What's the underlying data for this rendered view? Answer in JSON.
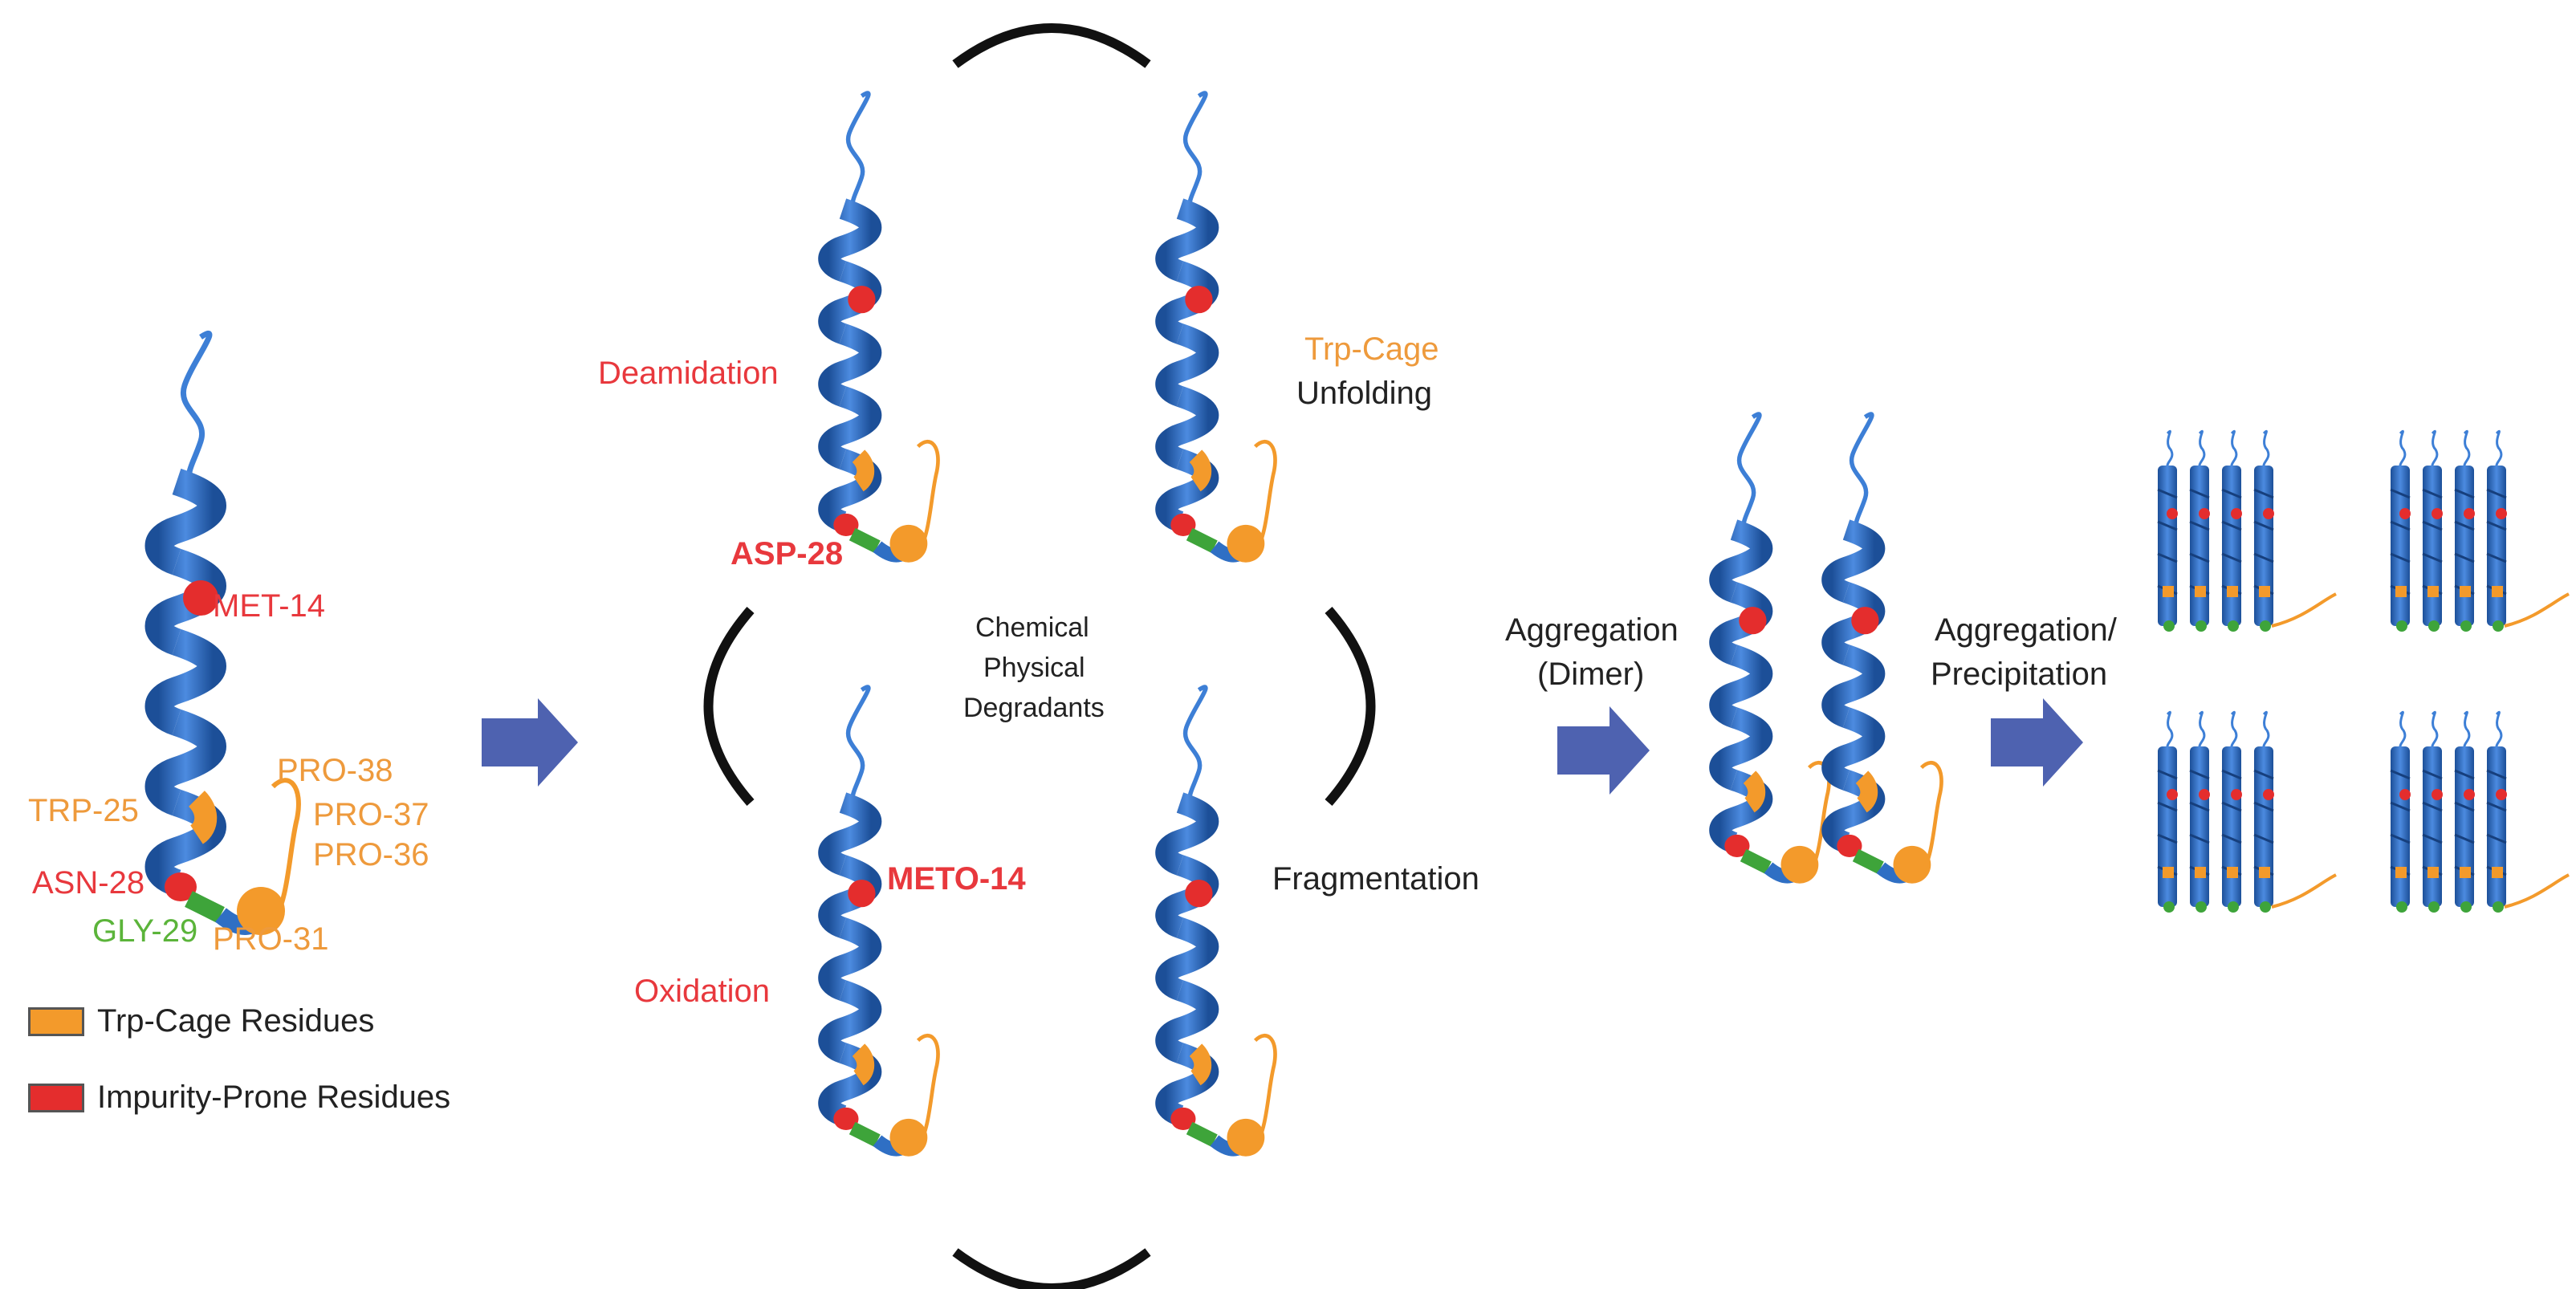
{
  "colors": {
    "helix": "#2f6fc4",
    "helix_dark": "#1c4f98",
    "trp_cage": "#f39a2b",
    "impurity": "#e42d2d",
    "glycine": "#3ea43a",
    "arrow": "#4e62b0",
    "bracket": "#111111"
  },
  "labels": {
    "met14": "MET-14",
    "trp25": "TRP-25",
    "asn28": "ASN-28",
    "gly29": "GLY-29",
    "pro31": "PRO-31",
    "pro36": "PRO-36",
    "pro37": "PRO-37",
    "pro38": "PRO-38",
    "deamidation": "Deamidation",
    "asp28": "ASP-28",
    "trpcage": "Trp-Cage",
    "unfolding": "Unfolding",
    "center_line1": "Chemical",
    "center_line2": "Physical",
    "center_line3": "Degradants",
    "oxidation": "Oxidation",
    "meto14": "METO-14",
    "fragmentation": "Fragmentation",
    "aggregation": "Aggregation",
    "dimer": "(Dimer)",
    "aggregation2": "Aggregation/",
    "precipitation": "Precipitation"
  },
  "legend": [
    {
      "label": "Trp-Cage Residues",
      "color": "#f39a2b"
    },
    {
      "label": "Impurity-Prone Residues",
      "color": "#e42d2d"
    }
  ]
}
